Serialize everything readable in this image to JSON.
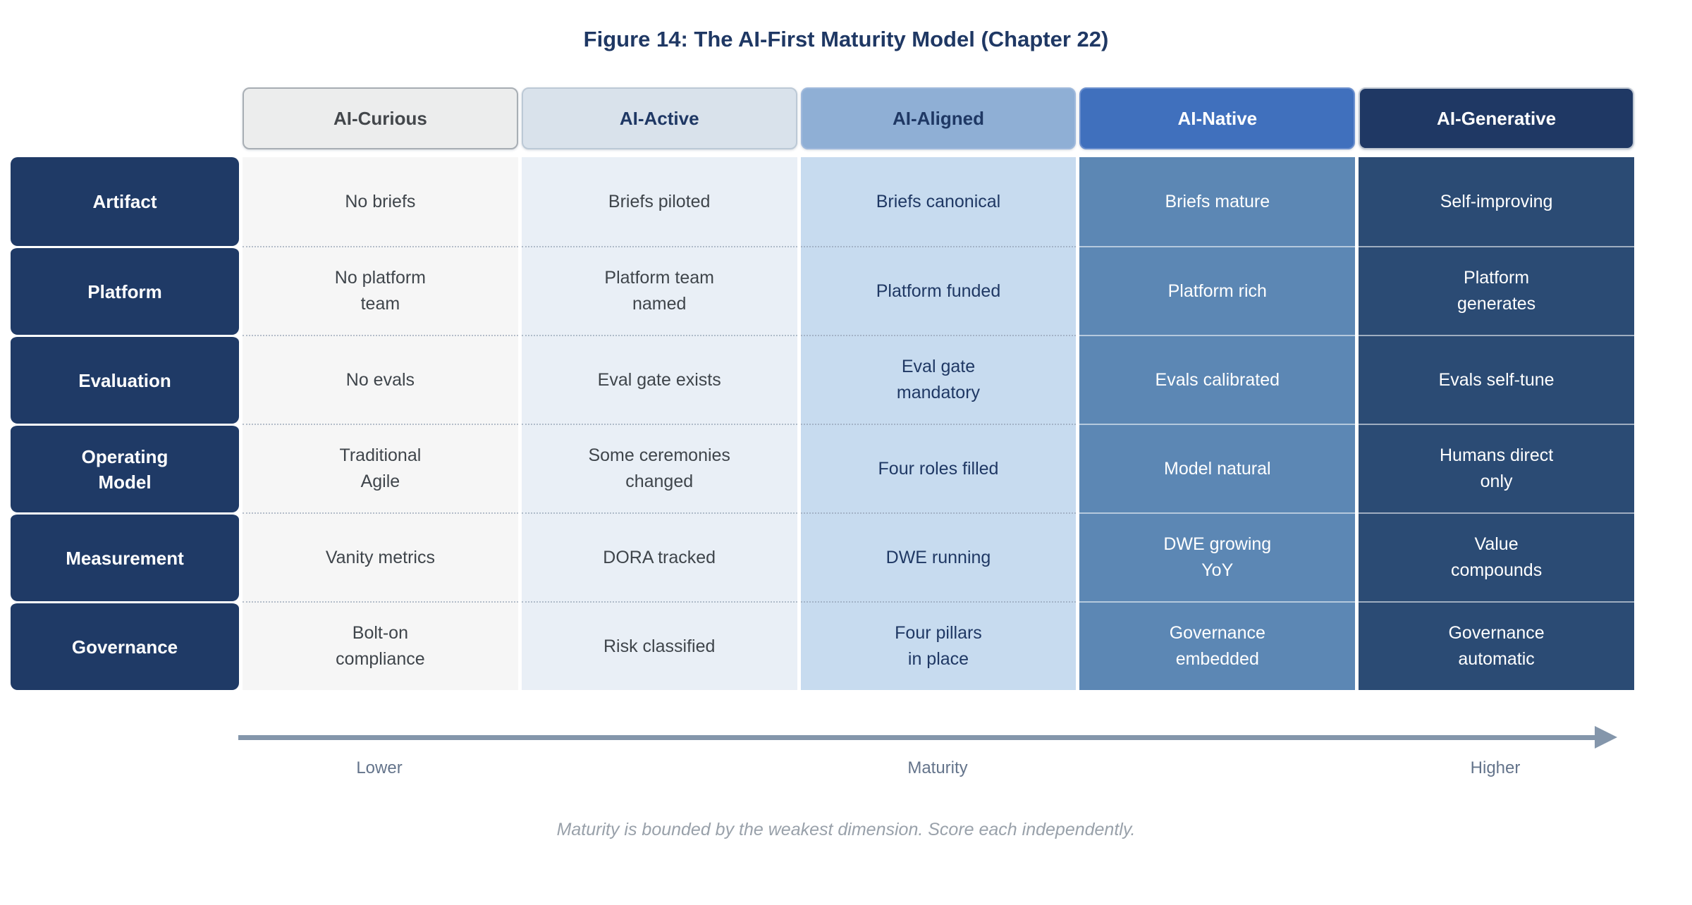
{
  "title": {
    "text": "Figure 14: The AI-First Maturity Model (Chapter 22)",
    "color": "#1F3864"
  },
  "row_header": {
    "bg": "#1F3A66"
  },
  "columns": [
    {
      "label": "AI-Curious",
      "header_bg": "#ECEDED",
      "header_text": "#43474B",
      "header_border": "#A8AEB4",
      "cell_bg": "#F6F6F6",
      "cell_text": "#3F454B"
    },
    {
      "label": "AI-Active",
      "header_bg": "#D9E2EB",
      "header_text": "#1F3864",
      "header_border": "#BCC9D6",
      "cell_bg": "#E9EFF6",
      "cell_text": "#3F454B"
    },
    {
      "label": "AI-Aligned",
      "header_bg": "#8FAFD5",
      "header_text": "#1F3864",
      "header_border": "#9FB9DC",
      "cell_bg": "#C7DBEF",
      "cell_text": "#1F3864"
    },
    {
      "label": "AI-Native",
      "header_bg": "#4070BD",
      "header_text": "#FFFFFF",
      "header_border": "#6C90CE",
      "cell_bg": "#5C87B4",
      "cell_text": "#FFFFFF"
    },
    {
      "label": "AI-Generative",
      "header_bg": "#1F3864",
      "header_text": "#FFFFFF",
      "header_border": "#BFC7D2",
      "cell_bg": "#2B4B74",
      "cell_text": "#FFFFFF"
    }
  ],
  "rows": [
    {
      "label": "Artifact",
      "cells": [
        "No briefs",
        "Briefs piloted",
        "Briefs canonical",
        "Briefs mature",
        "Self-improving"
      ]
    },
    {
      "label": "Platform",
      "cells": [
        "No platform\nteam",
        "Platform team\nnamed",
        "Platform funded",
        "Platform rich",
        "Platform\ngenerates"
      ]
    },
    {
      "label": "Evaluation",
      "cells": [
        "No evals",
        "Eval gate exists",
        "Eval gate\nmandatory",
        "Evals calibrated",
        "Evals self-tune"
      ]
    },
    {
      "label": "Operating\nModel",
      "cells": [
        "Traditional\nAgile",
        "Some ceremonies\nchanged",
        "Four roles filled",
        "Model natural",
        "Humans direct\nonly"
      ]
    },
    {
      "label": "Measurement",
      "cells": [
        "Vanity metrics",
        "DORA tracked",
        "DWE running",
        "DWE growing\nYoY",
        "Value\ncompounds"
      ]
    },
    {
      "label": "Governance",
      "cells": [
        "Bolt-on\ncompliance",
        "Risk classified",
        "Four pillars\nin place",
        "Governance\nembedded",
        "Governance\nautomatic"
      ]
    }
  ],
  "axis": {
    "lower_label": "Lower",
    "center_label": "Maturity",
    "higher_label": "Higher",
    "arrow_color": "#8496AB",
    "label_color": "#64748B"
  },
  "footnote": {
    "text": "Maturity is bounded by the weakest dimension. Score each independently.",
    "color": "#99A1AA"
  }
}
